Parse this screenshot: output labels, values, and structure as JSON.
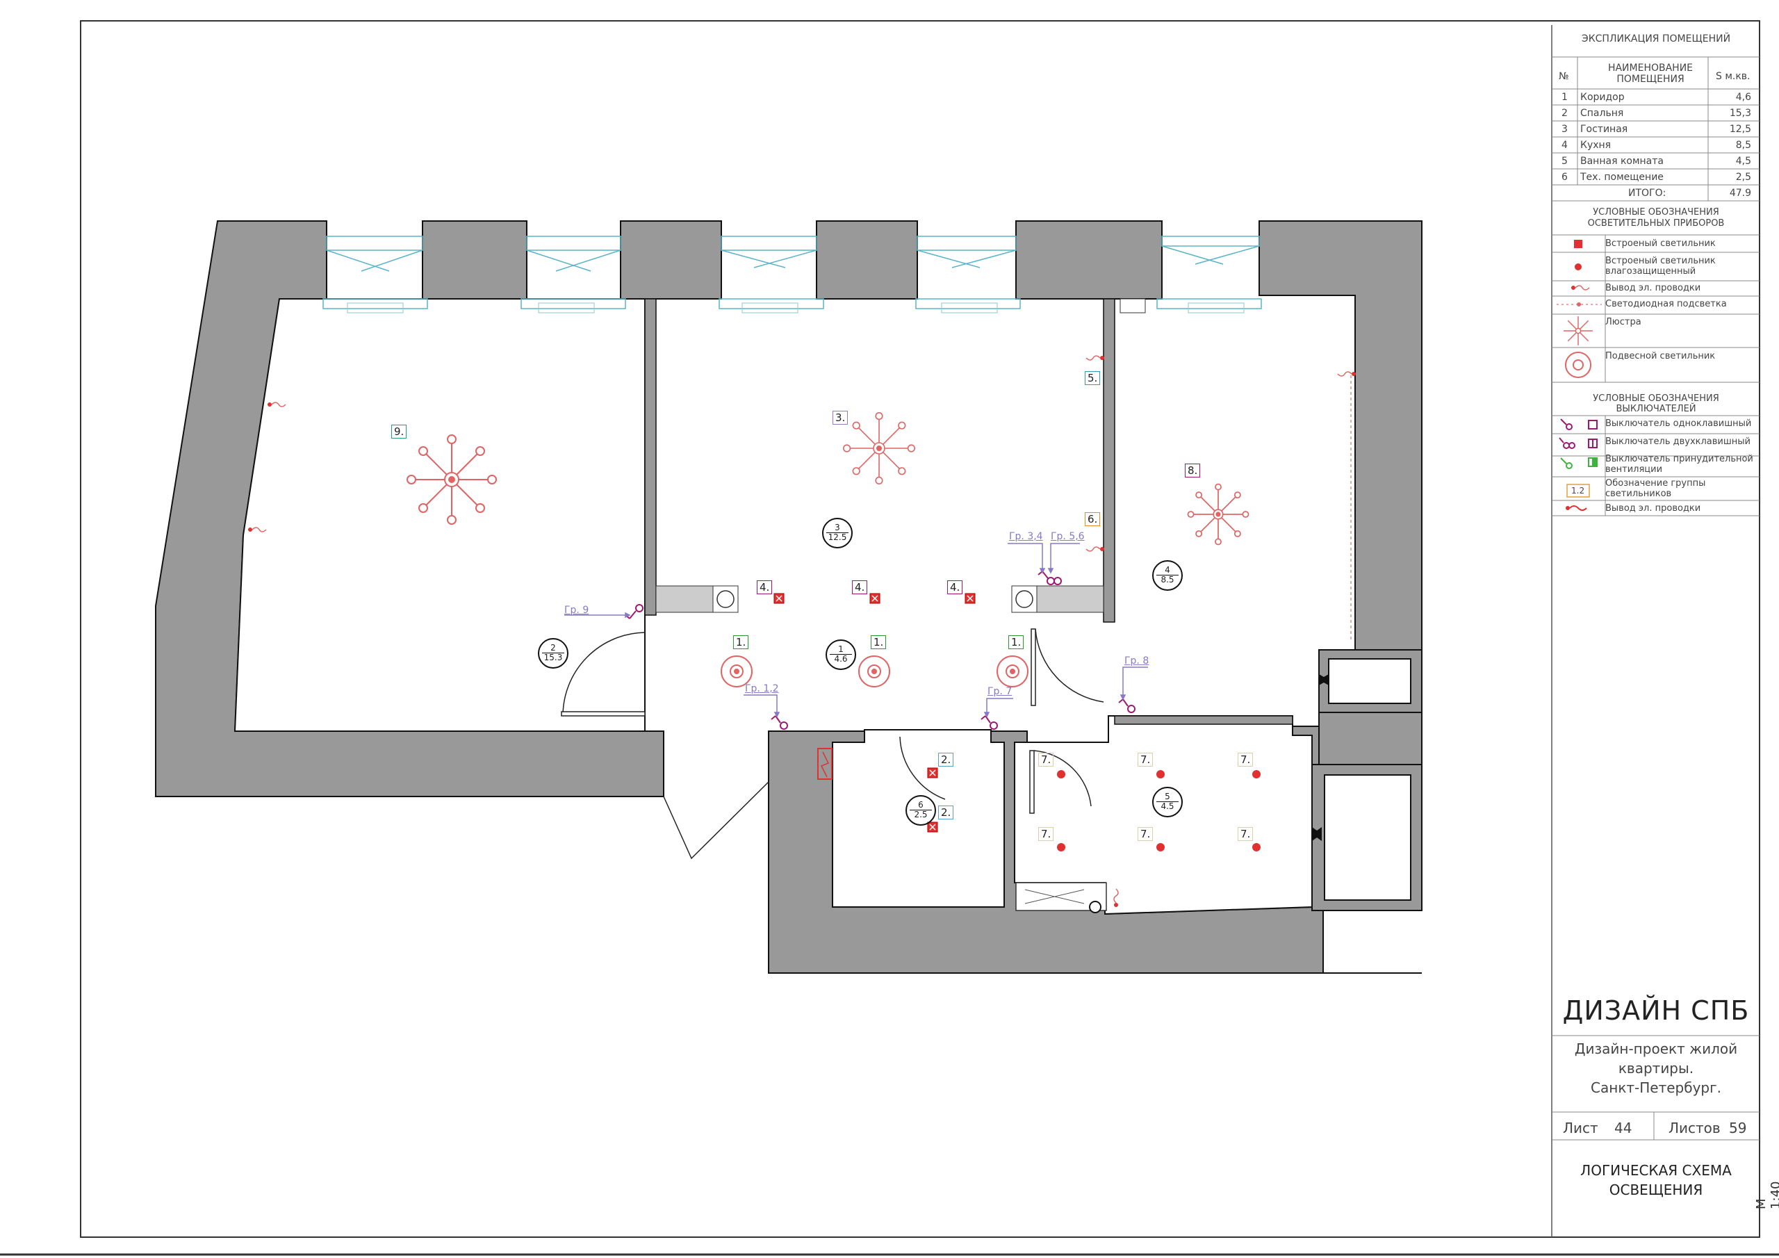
{
  "explication": {
    "title": "ЭКСПЛИКАЦИЯ ПОМЕЩЕНИЙ",
    "col_num": "№",
    "col_name": "НАИМЕНОВАНИЕ ПОМЕЩЕНИЯ",
    "col_area": "S м.кв.",
    "rows": [
      {
        "n": "1",
        "name": "Коридор",
        "area": "4,6"
      },
      {
        "n": "2",
        "name": "Спальня",
        "area": "15,3"
      },
      {
        "n": "3",
        "name": "Гостиная",
        "area": "12,5"
      },
      {
        "n": "4",
        "name": "Кухня",
        "area": "8,5"
      },
      {
        "n": "5",
        "name": "Ванная комната",
        "area": "4,5"
      },
      {
        "n": "6",
        "name": "Тех. помещение",
        "area": "2,5"
      }
    ],
    "total_label": "ИТОГО:",
    "total_value": "47.9"
  },
  "lights_legend": {
    "title": "УСЛОВНЫЕ ОБОЗНАЧЕНИЯ ОСВЕТИТЕЛЬНЫХ ПРИБОРОВ",
    "items": [
      {
        "label": "Встроеный светильник",
        "icon": "recessed-light-icon"
      },
      {
        "label": "Встроеный светильник влагозащищенный",
        "icon": "waterproof-light-icon"
      },
      {
        "label": "Вывод эл. проводки",
        "icon": "wire-outlet-icon"
      },
      {
        "label": "Светодиодная подсветка",
        "icon": "led-strip-icon"
      },
      {
        "label": "Люстра",
        "icon": "chandelier-icon"
      },
      {
        "label": "Подвесной светильник",
        "icon": "pendant-light-icon"
      }
    ]
  },
  "switch_legend": {
    "title": "УСЛОВНЫЕ ОБОЗНАЧЕНИЯ ВЫКЛЮЧАТЕЛЕЙ",
    "items": [
      {
        "label": "Выключатель одноклавишный",
        "icon": "single-switch-icon"
      },
      {
        "label": "Выключатель двухклавишный",
        "icon": "double-switch-icon"
      },
      {
        "label": "Выключатель принудительной вентиляции",
        "icon": "vent-switch-icon"
      },
      {
        "label": "Обозначение группы светильников",
        "icon": "group-tag-icon",
        "tag": "1.2"
      },
      {
        "label": "Вывод эл. проводки",
        "icon": "wire-outlet-icon"
      }
    ]
  },
  "title_block": {
    "brand": "ДИЗАЙН СПБ",
    "project_lines": [
      "Дизайн-проект жилой",
      "квартиры.",
      "Санкт-Петербург."
    ],
    "sheet_label": "Лист",
    "sheet_value": "44",
    "sheets_label": "Листов",
    "sheets_value": "59",
    "drawing_title": [
      "ЛОГИЧЕСКАЯ СХЕМА",
      "ОСВЕЩЕНИЯ"
    ],
    "scale": "М 1:40"
  },
  "plan": {
    "room_tags": [
      {
        "num": "1",
        "area": "4.6"
      },
      {
        "num": "2",
        "area": "15.3"
      },
      {
        "num": "3",
        "area": "12.5"
      },
      {
        "num": "4",
        "area": "8.5"
      },
      {
        "num": "5",
        "area": "4.5"
      },
      {
        "num": "6",
        "area": "2.5"
      }
    ],
    "group_labels": [
      "9.",
      "3.",
      "8.",
      "5.",
      "6.",
      "4.",
      "1.",
      "2.",
      "7."
    ],
    "switch_groups": [
      "Гр. 9",
      "Гр. 1,2",
      "Гр. 7",
      "Гр. 3,4",
      "Гр. 5,6",
      "Гр. 8"
    ],
    "colors": {
      "wall": "#999999",
      "light": "#e06464",
      "switch_line": "#8878c8",
      "window": "#5ab4c8",
      "led": "#e68c8c"
    }
  }
}
